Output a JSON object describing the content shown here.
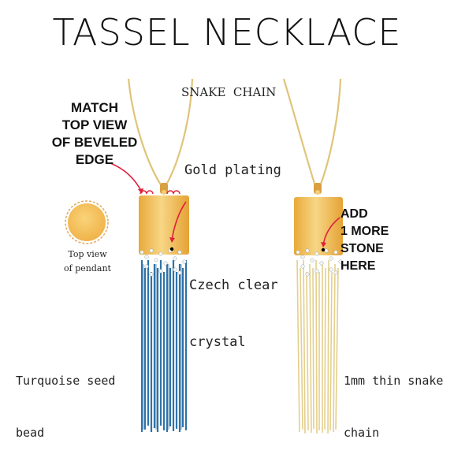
{
  "title": "TASSEL NECKLACE",
  "labels": {
    "snake_chain": "SNAKE  CHAIN",
    "gold_plating": "Gold plating",
    "czech_crystal_line1": "Czech clear",
    "czech_crystal_line2": "crystal",
    "turquoise_line1": "Turquoise seed",
    "turquoise_line2": "bead",
    "thin_chain_line1": "1mm thin snake",
    "thin_chain_line2": "chain",
    "top_view_line1": "Top view",
    "top_view_line2": "of pendant"
  },
  "callouts": {
    "match": [
      "MATCH",
      "TOP VIEW",
      "OF BEVELED",
      "EDGE"
    ],
    "add": [
      "ADD",
      "1 MORE",
      "STONE",
      "HERE"
    ]
  },
  "colors": {
    "gold": "#e9b24a",
    "gold_light": "#f6d27d",
    "chain": "#e2c77a",
    "turquoise": "#2f73a8",
    "red": "#e0203a"
  }
}
